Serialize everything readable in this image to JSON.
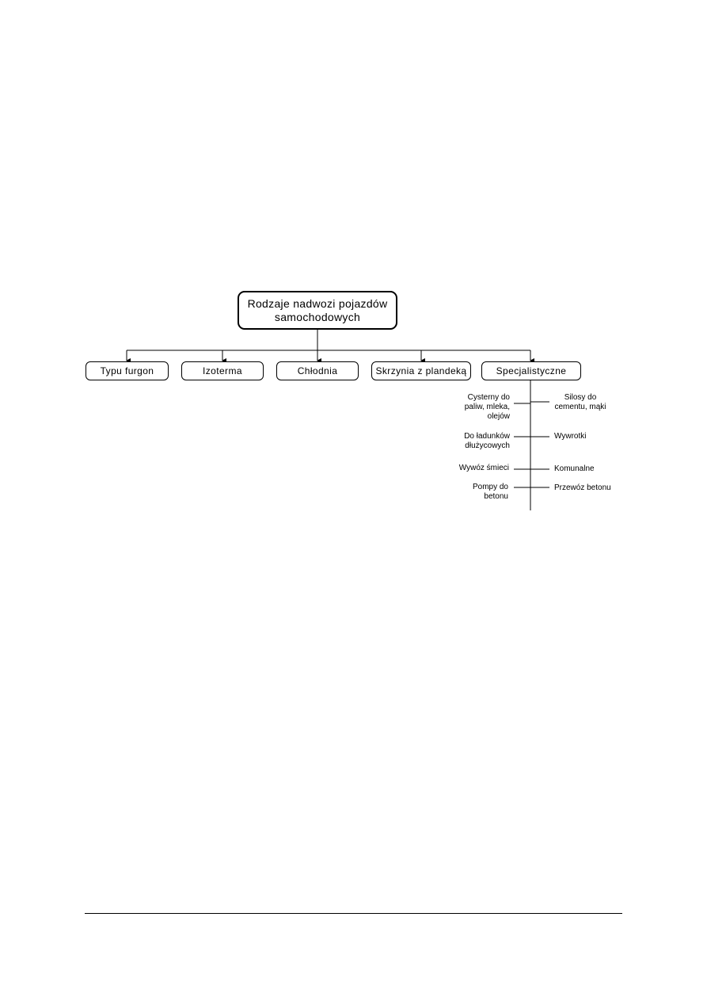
{
  "diagram": {
    "root": "Rodzaje nadwozi pojazdów samochodowych",
    "children": [
      "Typu furgon",
      "Izoterma",
      "Chłodnia",
      "Skrzynia z plandeką",
      "Specjalistyczne"
    ],
    "specialized": {
      "left": [
        "Cysterny do paliw, mleka, olejów",
        "Do ładunków dłużycowych",
        "Wywóz śmieci",
        "Pompy do betonu"
      ],
      "right": [
        "Silosy do cementu, mąki",
        "Wywrotki",
        "Komunalne",
        "Przewóz betonu"
      ]
    }
  }
}
